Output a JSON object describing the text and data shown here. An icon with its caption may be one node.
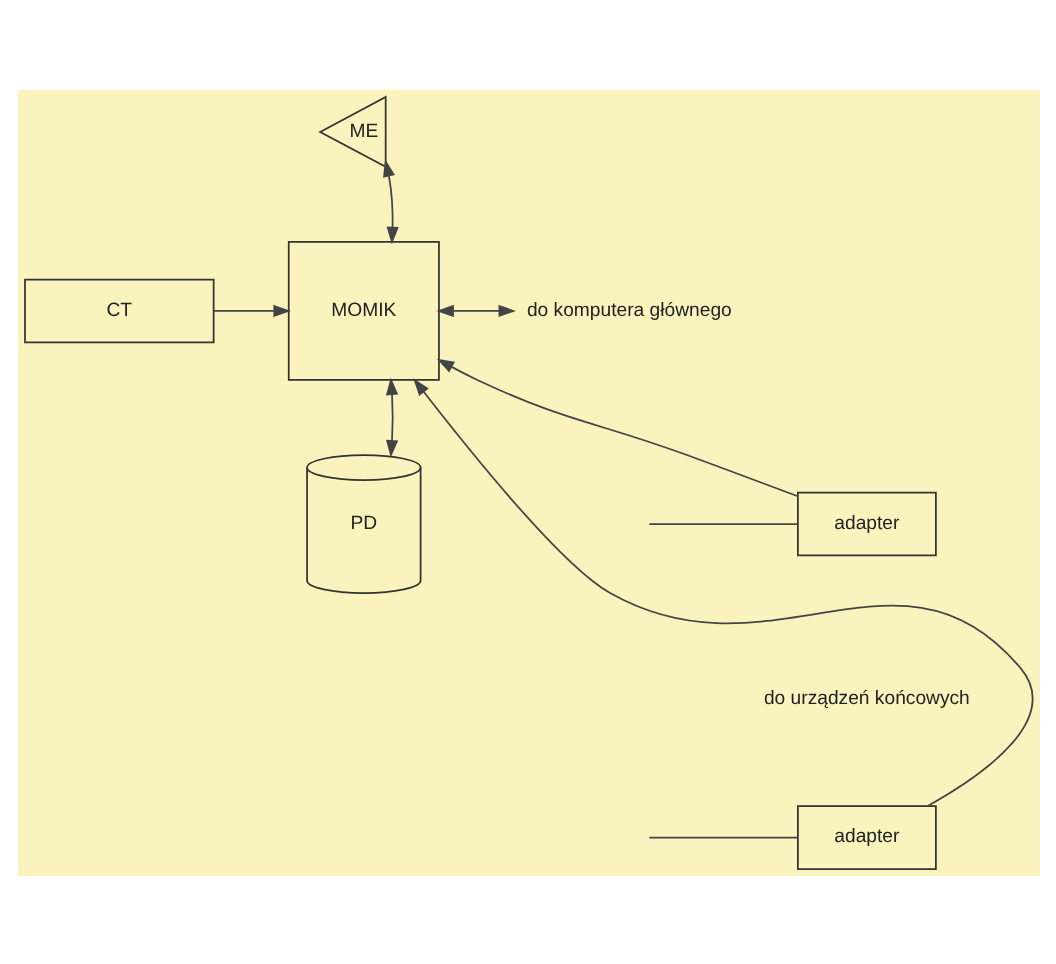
{
  "diagram": {
    "nodes": [
      {
        "text": [
          "ME"
        ]
      },
      {
        "text": [
          "CT"
        ]
      },
      {
        "text": [
          "MOMIK"
        ]
      },
      {
        "text": [
          "do komputera głównego"
        ]
      },
      {
        "text": [
          "adapter"
        ]
      },
      {
        "text": [
          "PD"
        ]
      },
      {
        "text": [
          "adapter"
        ]
      }
    ],
    "edges": [
      {
        "from": 0,
        "to": 2,
        "arrow": "both"
      },
      {
        "from": 1,
        "to": 2,
        "arrow": "to"
      },
      {
        "from": 2,
        "to": 3,
        "arrow": "both"
      },
      {
        "from": 2,
        "to": 5,
        "arrow": "both"
      },
      {
        "from": 4,
        "to": 2,
        "arrow": "to"
      },
      {
        "from": 6,
        "to": 2,
        "arrow": "to"
      },
      {
        "from": null,
        "to": 4,
        "arrow": "none"
      },
      {
        "from": null,
        "to": 6,
        "arrow": "none"
      }
    ],
    "labels": [
      "do urządzeń końcowych"
    ]
  }
}
